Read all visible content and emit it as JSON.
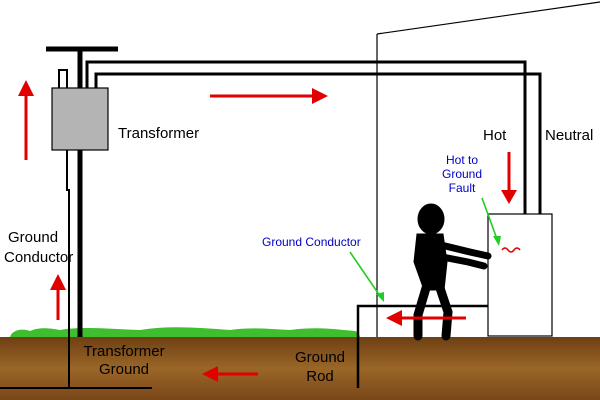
{
  "labels": {
    "transformer": "Transformer",
    "hot": "Hot",
    "neutral": "Neutral",
    "fault_line1": "Hot to",
    "fault_line2": "Ground",
    "fault_line3": "Fault",
    "ground_conductor_left_line1": "Ground",
    "ground_conductor_left_line2": "Conductor",
    "ground_conductor_blue": "Ground Conductor",
    "transformer_ground_line1": "Transformer",
    "transformer_ground_line2": "Ground",
    "ground_rod_line1": "Ground",
    "ground_rod_line2": "Rod"
  },
  "colors": {
    "wire": "#000000",
    "arrow": "#e00000",
    "pointer": "#22cc22",
    "soil": "#8b5a22",
    "grass": "#3fbf2f",
    "transformer_box": "#b4b4b4",
    "label_blue": "#0000c8",
    "person": "#000000"
  },
  "icons": {
    "person": "person-touching-appliance-icon",
    "fault_spark": "fault-spark-icon"
  }
}
